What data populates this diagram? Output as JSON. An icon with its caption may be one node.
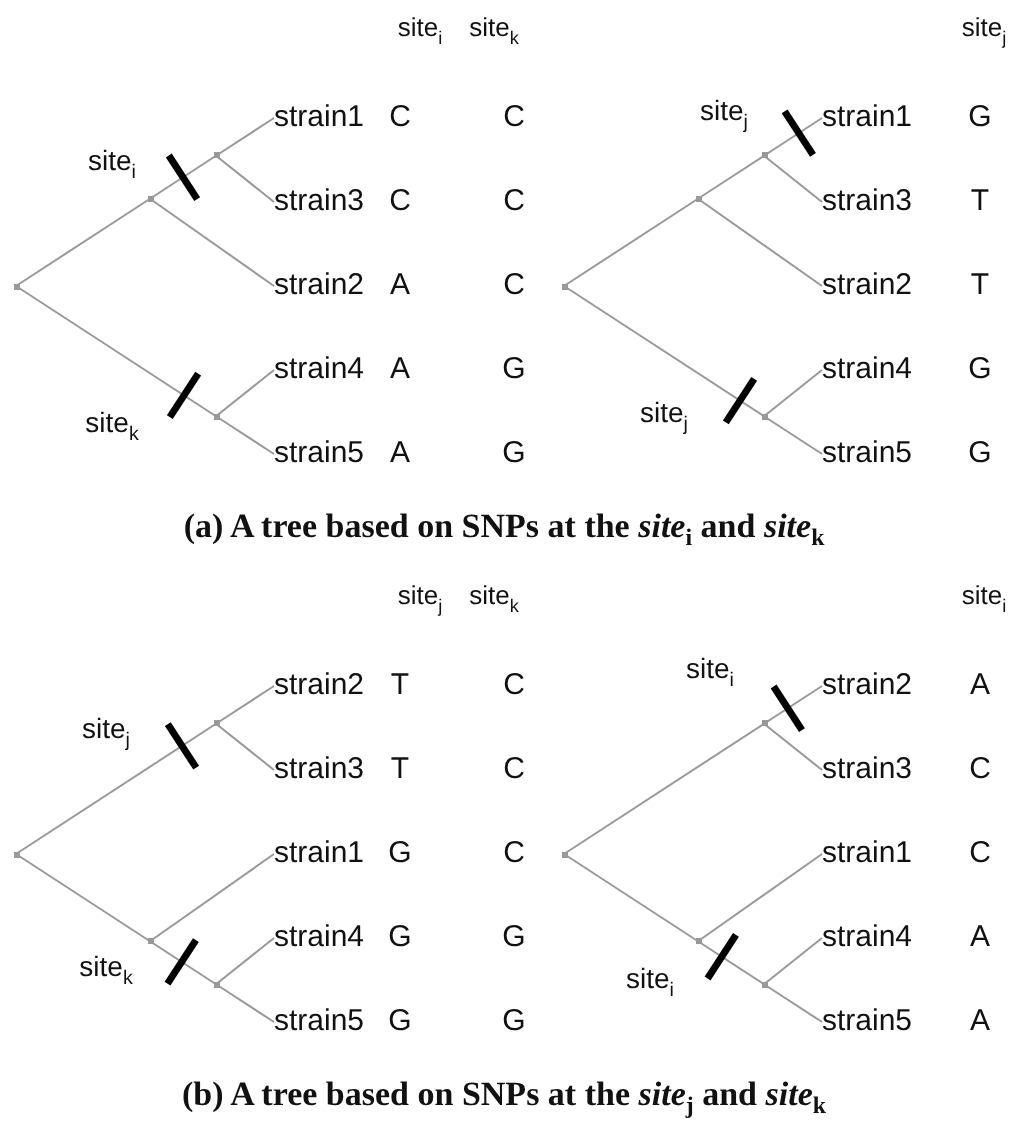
{
  "diagram": {
    "nodes": [
      {
        "text": [],
        "shape": "point"
      },
      {
        "text": [],
        "shape": "point"
      },
      {
        "text": [],
        "shape": "point"
      },
      {
        "text": [],
        "shape": "point"
      },
      {
        "text": [
          "strain1"
        ]
      },
      {
        "text": [
          "strain3"
        ]
      },
      {
        "text": [
          "strain2"
        ]
      },
      {
        "text": [
          "strain4"
        ]
      },
      {
        "text": [
          "strain5"
        ]
      },
      {
        "text": [],
        "shape": "point"
      },
      {
        "text": [],
        "shape": "point"
      },
      {
        "text": [],
        "shape": "point"
      },
      {
        "text": [],
        "shape": "point"
      },
      {
        "text": [
          "strain1"
        ]
      },
      {
        "text": [
          "strain3"
        ]
      },
      {
        "text": [
          "strain2"
        ]
      },
      {
        "text": [
          "strain4"
        ]
      },
      {
        "text": [
          "strain5"
        ]
      },
      {
        "text": [],
        "shape": "point"
      },
      {
        "text": [],
        "shape": "point"
      },
      {
        "text": [],
        "shape": "point"
      },
      {
        "text": [],
        "shape": "point"
      },
      {
        "text": [
          "strain2"
        ]
      },
      {
        "text": [
          "strain3"
        ]
      },
      {
        "text": [
          "strain1"
        ]
      },
      {
        "text": [
          "strain4"
        ]
      },
      {
        "text": [
          "strain5"
        ]
      },
      {
        "text": [],
        "shape": "point"
      },
      {
        "text": [],
        "shape": "point"
      },
      {
        "text": [],
        "shape": "point"
      },
      {
        "text": [],
        "shape": "point"
      },
      {
        "text": [
          "strain2"
        ]
      },
      {
        "text": [
          "strain3"
        ]
      },
      {
        "text": [
          "strain1"
        ]
      },
      {
        "text": [
          "strain4"
        ]
      },
      {
        "text": [
          "strain5"
        ]
      }
    ],
    "edges": [
      {
        "from": 0,
        "to": 1,
        "arrow": "none"
      },
      {
        "from": 1,
        "to": 2,
        "arrow": "none"
      },
      {
        "from": 2,
        "to": 4,
        "arrow": "none"
      },
      {
        "from": 2,
        "to": 5,
        "arrow": "none"
      },
      {
        "from": 1,
        "to": 6,
        "arrow": "none"
      },
      {
        "from": 0,
        "to": 3,
        "arrow": "none"
      },
      {
        "from": 3,
        "to": 7,
        "arrow": "none"
      },
      {
        "from": 3,
        "to": 8,
        "arrow": "none"
      },
      {
        "from": 9,
        "to": 10,
        "arrow": "none"
      },
      {
        "from": 10,
        "to": 11,
        "arrow": "none"
      },
      {
        "from": 11,
        "to": 13,
        "arrow": "none"
      },
      {
        "from": 11,
        "to": 14,
        "arrow": "none"
      },
      {
        "from": 10,
        "to": 15,
        "arrow": "none"
      },
      {
        "from": 9,
        "to": 12,
        "arrow": "none"
      },
      {
        "from": 12,
        "to": 16,
        "arrow": "none"
      },
      {
        "from": 12,
        "to": 17,
        "arrow": "none"
      },
      {
        "from": 18,
        "to": 19,
        "arrow": "none"
      },
      {
        "from": 19,
        "to": 22,
        "arrow": "none"
      },
      {
        "from": 19,
        "to": 23,
        "arrow": "none"
      },
      {
        "from": 18,
        "to": 20,
        "arrow": "none"
      },
      {
        "from": 20,
        "to": 24,
        "arrow": "none"
      },
      {
        "from": 20,
        "to": 21,
        "arrow": "none"
      },
      {
        "from": 21,
        "to": 25,
        "arrow": "none"
      },
      {
        "from": 21,
        "to": 26,
        "arrow": "none"
      },
      {
        "from": 27,
        "to": 28,
        "arrow": "none"
      },
      {
        "from": 28,
        "to": 31,
        "arrow": "none"
      },
      {
        "from": 28,
        "to": 32,
        "arrow": "none"
      },
      {
        "from": 27,
        "to": 29,
        "arrow": "none"
      },
      {
        "from": 29,
        "to": 33,
        "arrow": "none"
      },
      {
        "from": 29,
        "to": 30,
        "arrow": "none"
      },
      {
        "from": 30,
        "to": 34,
        "arrow": "none"
      },
      {
        "from": 30,
        "to": 35,
        "arrow": "none"
      }
    ],
    "labels": [
      "site$_{i}$",
      "site$_{k}$",
      "site$_{j}$",
      "C",
      "C",
      "G",
      "C",
      "C",
      "T",
      "A",
      "C",
      "T",
      "A",
      "G",
      "G",
      "A",
      "G",
      "G",
      "site$_{j}$",
      "site$_{i}$",
      "site$_{k}$",
      "site$_{j}$",
      "(a) A tree based on SNPs at the *site*$_{i}$ and *site*$_{k}$",
      "site$_{j}$",
      "site$_{k}$",
      "site$_{i}$",
      "T",
      "C",
      "A",
      "T",
      "C",
      "C",
      "G",
      "C",
      "C",
      "G",
      "G",
      "A",
      "G",
      "G",
      "A",
      "site$_{i}$",
      "site$_{j}$",
      "site$_{k}$",
      "site$_{i}$",
      "(b) A tree based on SNPs at the *site*$_{j}$ and *site*$_{k}$"
    ]
  }
}
